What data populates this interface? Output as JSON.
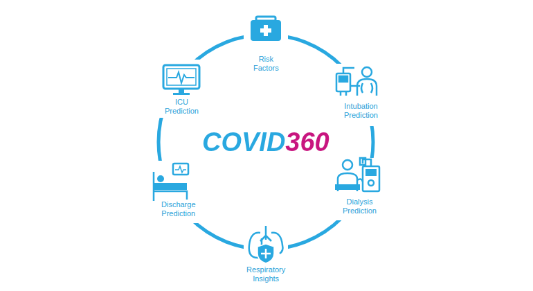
{
  "diagram": {
    "title": "COVID360",
    "labels": [
      "Risk Factors",
      "ICU Prediction",
      "Intubation Prediction",
      "Discharge Prediction",
      "Dialysis Prediction",
      "Respiratory Insights"
    ]
  }
}
